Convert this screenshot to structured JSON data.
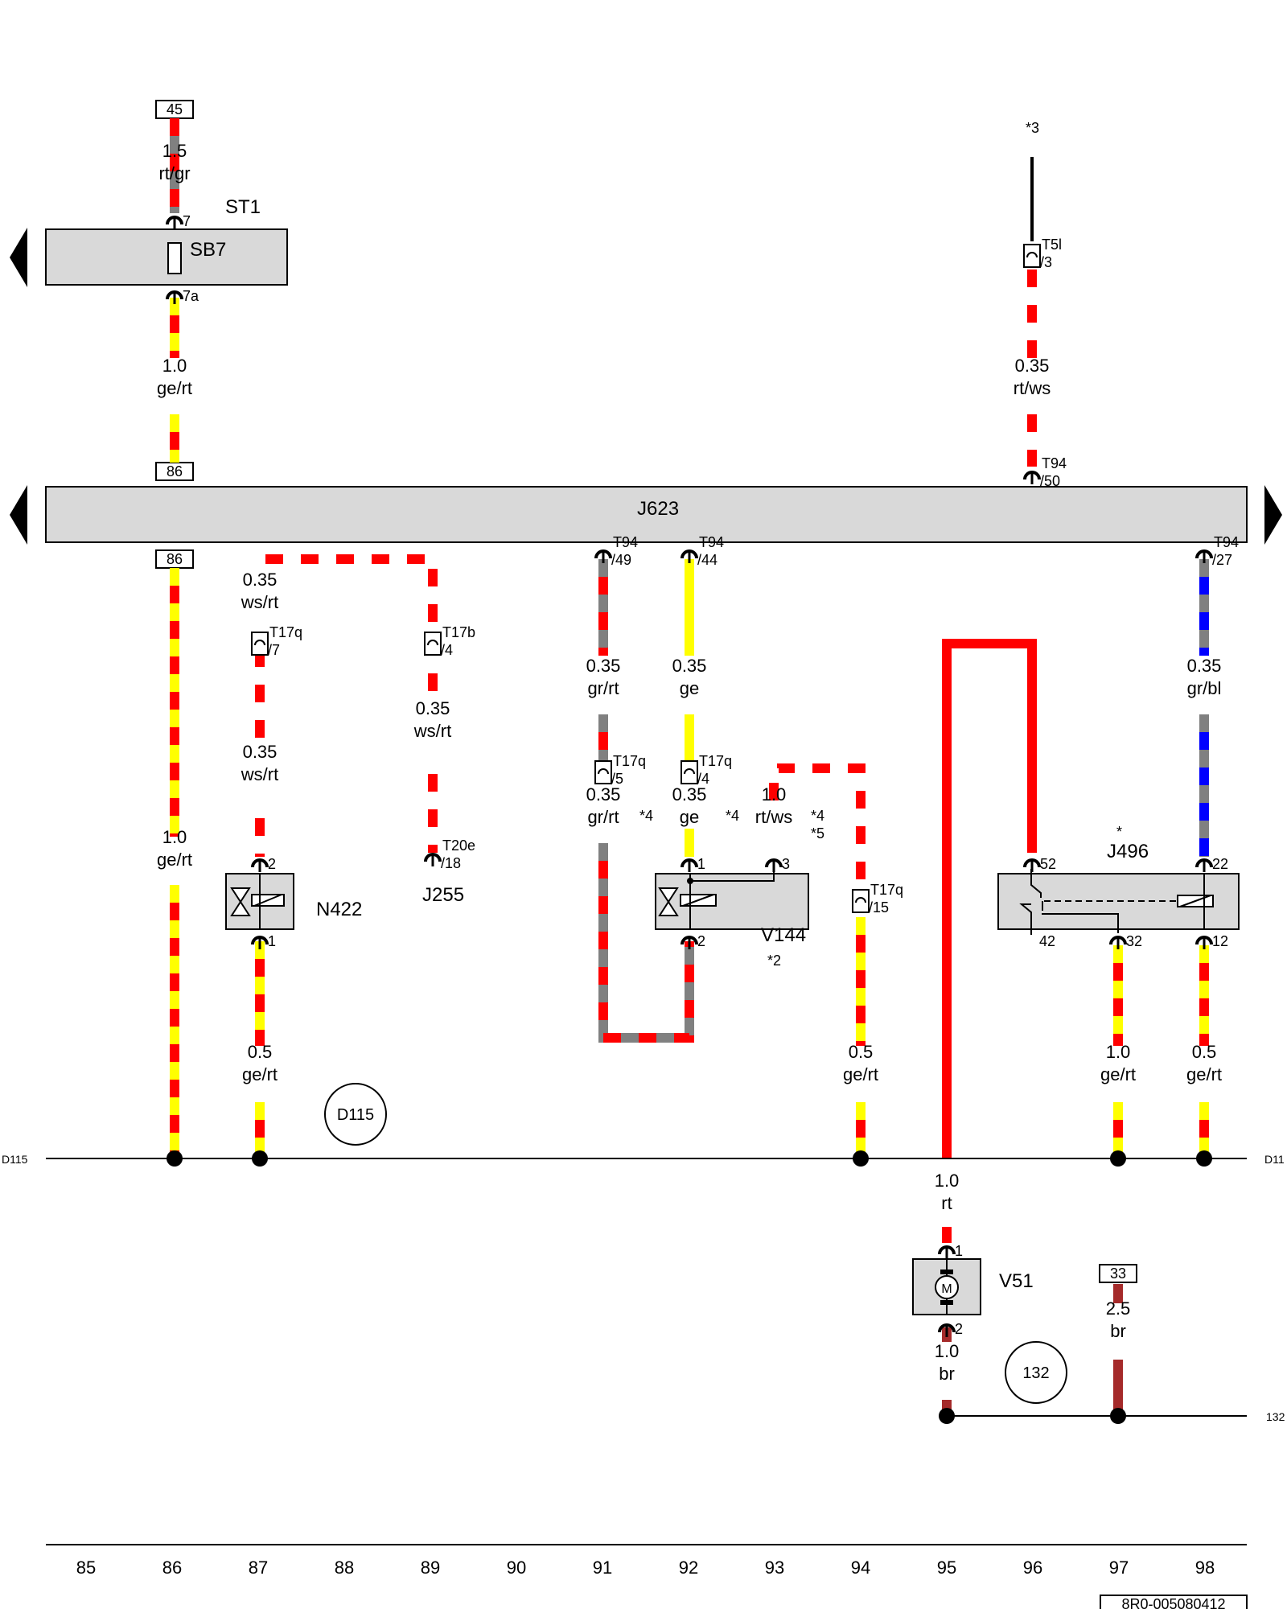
{
  "diagram_id": "8R0-005080412",
  "colors": {
    "rt": "#ff0000",
    "ws": "#ffffff",
    "gr": "#808080",
    "ge": "#ffff00",
    "bl": "#0000ff",
    "br": "#a52a2a",
    "sw": "#000000",
    "box": "#d9d9d9"
  },
  "components": {
    "st1": "ST1",
    "sb7": "SB7",
    "j623": "J623",
    "n422": "N422",
    "j255": "J255",
    "v144": "V144",
    "v144_note": "*2",
    "j496": "J496",
    "j496_note": "*",
    "v51": "V51",
    "v51_symbol": "M"
  },
  "terminals": {
    "t45": "45",
    "t86_top": "86",
    "t86_bot": "86",
    "t33": "33"
  },
  "references": {
    "d115_circle": "D115",
    "d115_left": "D115",
    "d11_right": "D11",
    "c132_circle": "132",
    "c132_right": "132"
  },
  "notes": {
    "n3": "*3",
    "n4a": "*4",
    "n4b": "*4",
    "n4c": "*4",
    "n5": "*5"
  },
  "wires": [
    {
      "id": "w1",
      "size": "1.5",
      "color": "rt/gr"
    },
    {
      "id": "w2",
      "size": "1.0",
      "color": "ge/rt"
    },
    {
      "id": "w3",
      "size": "0.35",
      "color": "rt/ws"
    },
    {
      "id": "w4",
      "size": "0.35",
      "color": "ws/rt"
    },
    {
      "id": "w5",
      "size": "0.35",
      "color": "ws/rt"
    },
    {
      "id": "w6",
      "size": "0.35",
      "color": "ws/rt"
    },
    {
      "id": "w7",
      "size": "0.35",
      "color": "gr/rt"
    },
    {
      "id": "w8",
      "size": "0.35",
      "color": "ge"
    },
    {
      "id": "w9",
      "size": "0.35",
      "color": "gr/rt"
    },
    {
      "id": "w10",
      "size": "0.35",
      "color": "ge"
    },
    {
      "id": "w11",
      "size": "1.0",
      "color": "rt/ws"
    },
    {
      "id": "w12",
      "size": "0.35",
      "color": "gr/bl"
    },
    {
      "id": "w13",
      "size": "1.0",
      "color": "ge/rt"
    },
    {
      "id": "w14",
      "size": "0.5",
      "color": "ge/rt"
    },
    {
      "id": "w15",
      "size": "0.5",
      "color": "ge/rt"
    },
    {
      "id": "w16",
      "size": "1.0",
      "color": "ge/rt"
    },
    {
      "id": "w17",
      "size": "0.5",
      "color": "ge/rt"
    },
    {
      "id": "w18",
      "size": "1.0",
      "color": "rt"
    },
    {
      "id": "w19",
      "size": "1.0",
      "color": "br"
    },
    {
      "id": "w20",
      "size": "2.5",
      "color": "br"
    }
  ],
  "connectors": [
    {
      "id": "c_sb7_top",
      "pin": "7"
    },
    {
      "id": "c_sb7_bot",
      "pin": "7a"
    },
    {
      "id": "c_t5l",
      "name": "T5l",
      "pin": "/3"
    },
    {
      "id": "c_t94_50",
      "name": "T94",
      "pin": "/50"
    },
    {
      "id": "c_t94_49",
      "name": "T94",
      "pin": "/49"
    },
    {
      "id": "c_t94_44",
      "name": "T94",
      "pin": "/44"
    },
    {
      "id": "c_t94_27",
      "name": "T94",
      "pin": "/27"
    },
    {
      "id": "c_t17q_7",
      "name": "T17q",
      "pin": "/7"
    },
    {
      "id": "c_t17b_4",
      "name": "T17b",
      "pin": "/4"
    },
    {
      "id": "c_t17q_5",
      "name": "T17q",
      "pin": "/5"
    },
    {
      "id": "c_t17q_4",
      "name": "T17q",
      "pin": "/4"
    },
    {
      "id": "c_t17q_15",
      "name": "T17q",
      "pin": "/15"
    },
    {
      "id": "c_t20e_18",
      "name": "T20e",
      "pin": "/18"
    },
    {
      "id": "n422_p2",
      "pin": "2"
    },
    {
      "id": "n422_p1",
      "pin": "1"
    },
    {
      "id": "v144_p1",
      "pin": "1"
    },
    {
      "id": "v144_p3",
      "pin": "3"
    },
    {
      "id": "v144_p2",
      "pin": "2"
    },
    {
      "id": "j496_p52",
      "pin": "52"
    },
    {
      "id": "j496_p22",
      "pin": "22"
    },
    {
      "id": "j496_p42",
      "pin": "42"
    },
    {
      "id": "j496_p32",
      "pin": "32"
    },
    {
      "id": "j496_p12",
      "pin": "12"
    },
    {
      "id": "v51_p1",
      "pin": "1"
    },
    {
      "id": "v51_p2",
      "pin": "2"
    }
  ],
  "grid": [
    "85",
    "86",
    "87",
    "88",
    "89",
    "90",
    "91",
    "92",
    "93",
    "94",
    "95",
    "96",
    "97",
    "98"
  ]
}
